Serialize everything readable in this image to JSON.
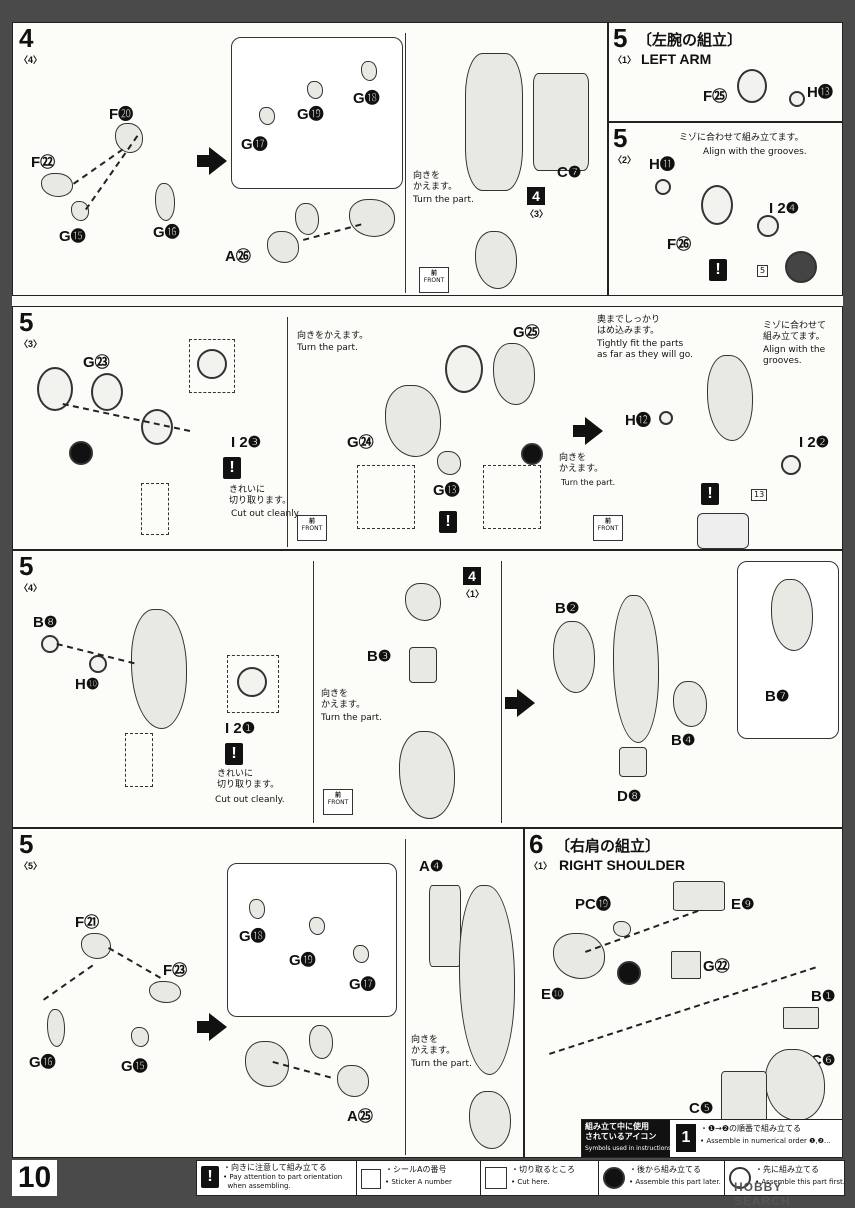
{
  "page_number": "10",
  "watermark": "HOBBY SEARCH",
  "step4": {
    "num": "4",
    "sub": "〈4〉",
    "parts": {
      "F20": "F⓴",
      "F22": "F㉒",
      "G15": "G⓯",
      "G16": "G⓰",
      "G17": "G⓱",
      "G18": "G⓲",
      "G19": "G⓳",
      "A26": "A㉖",
      "C7": "C❼"
    },
    "turn_jp": "向きを\nかえます。",
    "turn_en": "Turn the part.",
    "ref_num": "4",
    "ref_sub": "〈3〉"
  },
  "step5_1": {
    "num": "5",
    "sub": "〈1〉",
    "title_jp": "〔左腕の組立〕",
    "title_en": "LEFT ARM",
    "parts": {
      "F25": "F㉕",
      "H13": "H⓭"
    }
  },
  "step5_2": {
    "num": "5",
    "sub": "〈2〉",
    "note_jp": "ミゾに合わせて組み立てます。",
    "note_en": "Align with the grooves.",
    "parts": {
      "H11": "H⓫",
      "F26": "F㉖",
      "I24": "I 2❹"
    },
    "sticker": "5"
  },
  "step5_3": {
    "num": "5",
    "sub": "〈3〉",
    "parts": {
      "G23": "G㉓",
      "I23": "I 2❸",
      "G24": "G㉔",
      "G25": "G㉕",
      "G13": "G⓭",
      "H12": "H⓬",
      "I22": "I 2❷"
    },
    "cut_jp": "きれいに\n切り取ります。",
    "cut_en": "Cut out cleanly.",
    "turn_jp": "向きをかえます。",
    "turn_en": "Turn the part.",
    "turn2_jp": "向きを\nかえます。",
    "turn2_en": "Turn the part.",
    "fit_jp": "奥までしっかり\nはめ込みます。",
    "fit_en": "Tightly fit the parts\nas far as they will go.",
    "groove_jp": "ミゾに合わせて\n組み立てます。",
    "groove_en": "Align with the\ngrooves.",
    "sticker": "13"
  },
  "step5_4": {
    "num": "5",
    "sub": "〈4〉",
    "parts": {
      "B8": "B❽",
      "H10": "H❿",
      "I21": "I 2❶",
      "B3": "B❸",
      "B2": "B❷",
      "B4": "B❹",
      "B7": "B❼",
      "D8": "D❽"
    },
    "cut_jp": "きれいに\n切り取ります。",
    "cut_en": "Cut out cleanly.",
    "turn_jp": "向きを\nかえます。",
    "turn_en": "Turn the part.",
    "ref_num": "4",
    "ref_sub": "〈1〉"
  },
  "step5_5": {
    "num": "5",
    "sub": "〈5〉",
    "parts": {
      "F21": "F㉑",
      "F23": "F㉓",
      "G16": "G⓰",
      "G15": "G⓯",
      "G18": "G⓲",
      "G19": "G⓳",
      "G17": "G⓱",
      "A25": "A㉕",
      "A4": "A❹"
    },
    "turn_jp": "向きを\nかえます。",
    "turn_en": "Turn the part."
  },
  "step6_1": {
    "num": "6",
    "sub": "〈1〉",
    "title_jp": "〔右肩の組立〕",
    "title_en": "RIGHT SHOULDER",
    "parts": {
      "PC19": "PC⓳",
      "E9": "E❾",
      "E10": "E❿",
      "G22": "G㉒",
      "B1": "B❶",
      "C6": "C❻",
      "C5": "C❺"
    }
  },
  "icons_box": {
    "title_jp": "組み立て中に使用\nされているアイコン",
    "title_en": "Symbols used in instructions",
    "order_jp": "・❶→❷の順番で組み立てる",
    "order_en": "• Assemble in numerical order ❶,❷..."
  },
  "front_label": {
    "jp": "前",
    "en": "FRONT"
  },
  "legend": [
    {
      "jp": "・向きに注意して組み立てる",
      "en": "• Pay attention to part orientation\n  when assembling."
    },
    {
      "jp": "・シールAの番号",
      "en": "• Sticker A number"
    },
    {
      "jp": "・切り取るところ",
      "en": "• Cut here."
    },
    {
      "jp": "・後から組み立てる",
      "en": "• Assemble this part later."
    },
    {
      "jp": "・先に組み立てる",
      "en": "• Assemble this part first."
    }
  ]
}
